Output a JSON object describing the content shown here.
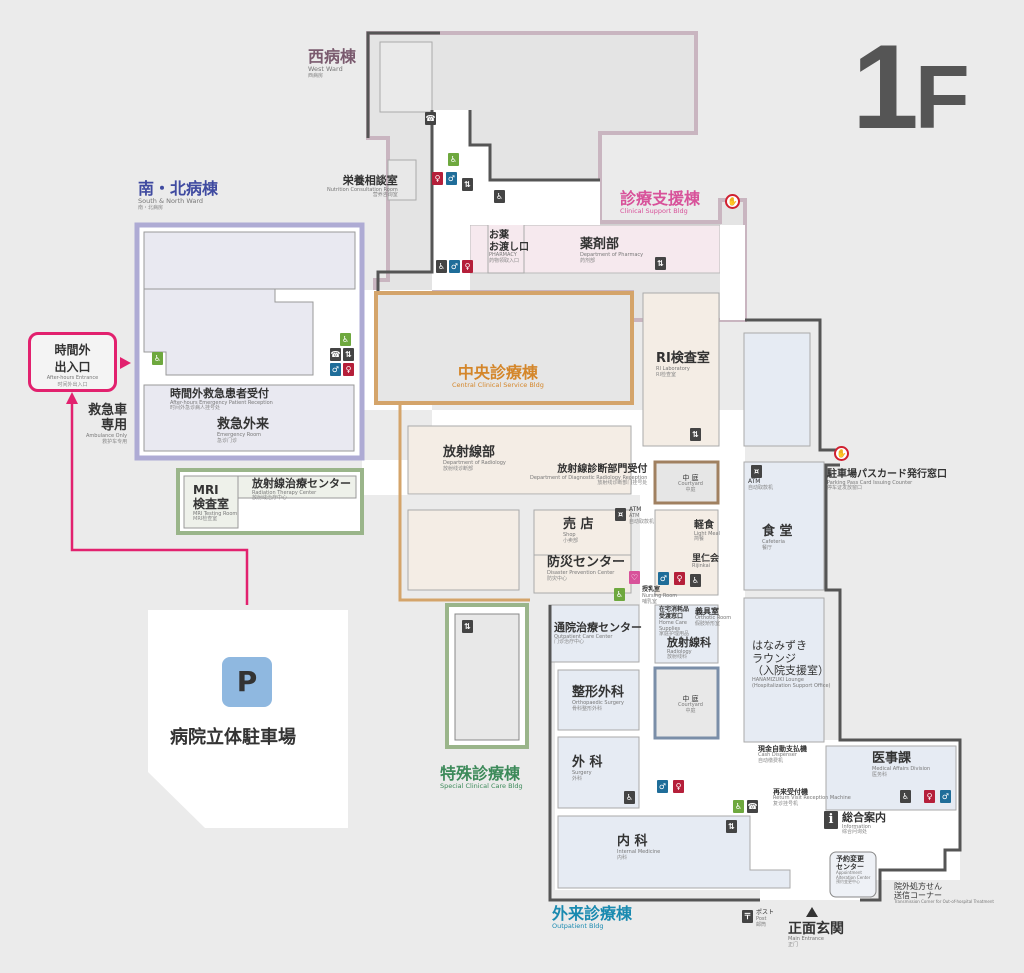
{
  "floor": {
    "num": "1",
    "suffix": "F"
  },
  "buildings": {
    "west": {
      "ja": "西病棟",
      "en": "West Ward",
      "cn": "西病房",
      "color": "#7a5a6e"
    },
    "south_north": {
      "ja": "南・北病棟",
      "en": "South & North Ward",
      "cn": "南・北病房",
      "color": "#3f4aa0"
    },
    "clinical_support": {
      "ja": "診療支援棟",
      "en": "Clinical Support Bldg",
      "color": "#d8529a"
    },
    "central": {
      "ja": "中央診療棟",
      "en": "Central Clinical Service Bldg",
      "color": "#d4862a"
    },
    "special": {
      "ja": "特殊診療棟",
      "en": "Special Clinical Care Bldg",
      "color": "#3d8a5a"
    },
    "outpatient": {
      "ja": "外来診療棟",
      "en": "Outpatient Bldg",
      "color": "#1a8ab0"
    }
  },
  "entrance_after_hours": {
    "ja": "時間外\n出入口",
    "en": "After-hours Entrance",
    "cn": "时间外出入口"
  },
  "ambulance": {
    "ja": "救急車\n専用",
    "en": "Ambulance Only",
    "cn": "救护车专用"
  },
  "parking": {
    "icon": "P",
    "label": "病院立体駐車場"
  },
  "rooms": {
    "nutrition": {
      "ja": "栄養相談室",
      "en": "Nutrition Consultation Room",
      "cn": "营养咨询室"
    },
    "er_reception": {
      "ja": "時間外救急患者受付",
      "en": "After-hours Emergency Patient Reception",
      "cn": "时间外急诊病人挂号处"
    },
    "er": {
      "ja": "救急外来",
      "en": "Emergency Room",
      "cn": "急诊门诊"
    },
    "mri": {
      "ja": "MRI\n検査室",
      "en": "MRI Testing Room",
      "cn": "MRI检查室"
    },
    "radiation_therapy": {
      "ja": "放射線治療センター",
      "en": "Radiation Therapy Center",
      "cn": "放射线治疗中心"
    },
    "pharmacy_window": {
      "ja": "お薬\nお渡し口",
      "en": "PHARMACY",
      "cn": "药物领取入口"
    },
    "pharmacy": {
      "ja": "薬剤部",
      "en": "Department of Pharmacy",
      "cn": "药剂部"
    },
    "radiology_dept": {
      "ja": "放射線部",
      "en": "Department of Radiology",
      "cn": "放射线诊断部"
    },
    "radiology_reception": {
      "ja": "放射線診断部門受付",
      "en": "Department of Diagnostic Radiology Reception",
      "cn": "放射线诊断部门挂号处"
    },
    "ri_lab": {
      "ja": "RI検査室",
      "en": "RI Laboratory",
      "cn": "RI检查室"
    },
    "courtyard1": {
      "ja": "中 庭",
      "en": "Courtyard",
      "cn": "中庭"
    },
    "courtyard2": {
      "ja": "中 庭",
      "en": "Courtyard",
      "cn": "中庭"
    },
    "shop": {
      "ja": "売 店",
      "en": "Shop",
      "cn": "小卖部"
    },
    "disaster": {
      "ja": "防災センター",
      "en": "Disaster Prevention Center",
      "cn": "防灾中心"
    },
    "atm1": {
      "ja": "ATM",
      "en": "ATM",
      "cn": "自动取款机"
    },
    "light_meal": {
      "ja": "軽食",
      "en": "Light Meal",
      "cn": "简餐"
    },
    "rijinkai": {
      "ja": "里仁会",
      "en": "Rijinkai",
      "cn": "里仁会"
    },
    "nursing": {
      "ja": "授乳室",
      "en": "Nursing Room",
      "cn": "哺乳室"
    },
    "home_care": {
      "ja": "在宅消耗品\n受渡窓口",
      "en": "Home Care Supplies",
      "cn": "家庭护理用品"
    },
    "orthotic": {
      "ja": "義具室",
      "en": "Orthotic Room",
      "cn": "假肢矫形室"
    },
    "radiology": {
      "ja": "放射線科",
      "en": "Radiology",
      "cn": "放射线科"
    },
    "outpatient_care": {
      "ja": "通院治療センター",
      "en": "Outpatient Care Center",
      "cn": "门诊治疗中心"
    },
    "ortho": {
      "ja": "整形外科",
      "en": "Orthopaedic Surgery",
      "cn": "骨科整形外科"
    },
    "surgery": {
      "ja": "外 科",
      "en": "Surgery",
      "cn": "外科"
    },
    "internal": {
      "ja": "内 科",
      "en": "Internal Medicine",
      "cn": "内科"
    },
    "parking_pass": {
      "ja": "駐車場パスカード発行窓口",
      "en": "Parking Pass Card Issuing Counter",
      "cn": "停车证发放窗口"
    },
    "atm2": {
      "ja": "ATM",
      "cn": "自动取款机"
    },
    "cafeteria": {
      "ja": "食 堂",
      "en": "Cafeteria",
      "cn": "餐厅"
    },
    "lounge": {
      "ja": "はなみずき\nラウンジ\n（入院支援室）",
      "en": "HANAMIZUKI Lounge\n(Hospitalization Support Office)"
    },
    "cash_machine": {
      "ja": "現金自動支払機",
      "en": "Cash Dispenser",
      "cn": "自动缴费机"
    },
    "medical_affairs": {
      "ja": "医事課",
      "en": "Medical Affairs Division",
      "cn": "医务科"
    },
    "revisit": {
      "ja": "再来受付機",
      "en": "Return Visit Reception Machine",
      "cn": "复诊挂号机"
    },
    "information": {
      "ja": "総合案内",
      "en": "Information",
      "cn": "综合问询处"
    },
    "appointment": {
      "ja": "予約変更\nセンター",
      "en": "Appointment Alteration Center",
      "cn": "预约变更中心"
    },
    "prescription": {
      "ja": "院外処方せん\n送信コーナー",
      "en": "Transmission Corner for Out-of-hospital Treatment"
    },
    "post": {
      "ja": "ポスト",
      "en": "Post",
      "cn": "邮筒"
    },
    "main_entrance": {
      "ja": "正面玄関",
      "en": "Main Entrance",
      "cn": "正门"
    }
  },
  "colors": {
    "route": "#e2216e",
    "men": "#1f6d99",
    "women": "#b51f3a",
    "multipurpose": "#6ea83e"
  }
}
